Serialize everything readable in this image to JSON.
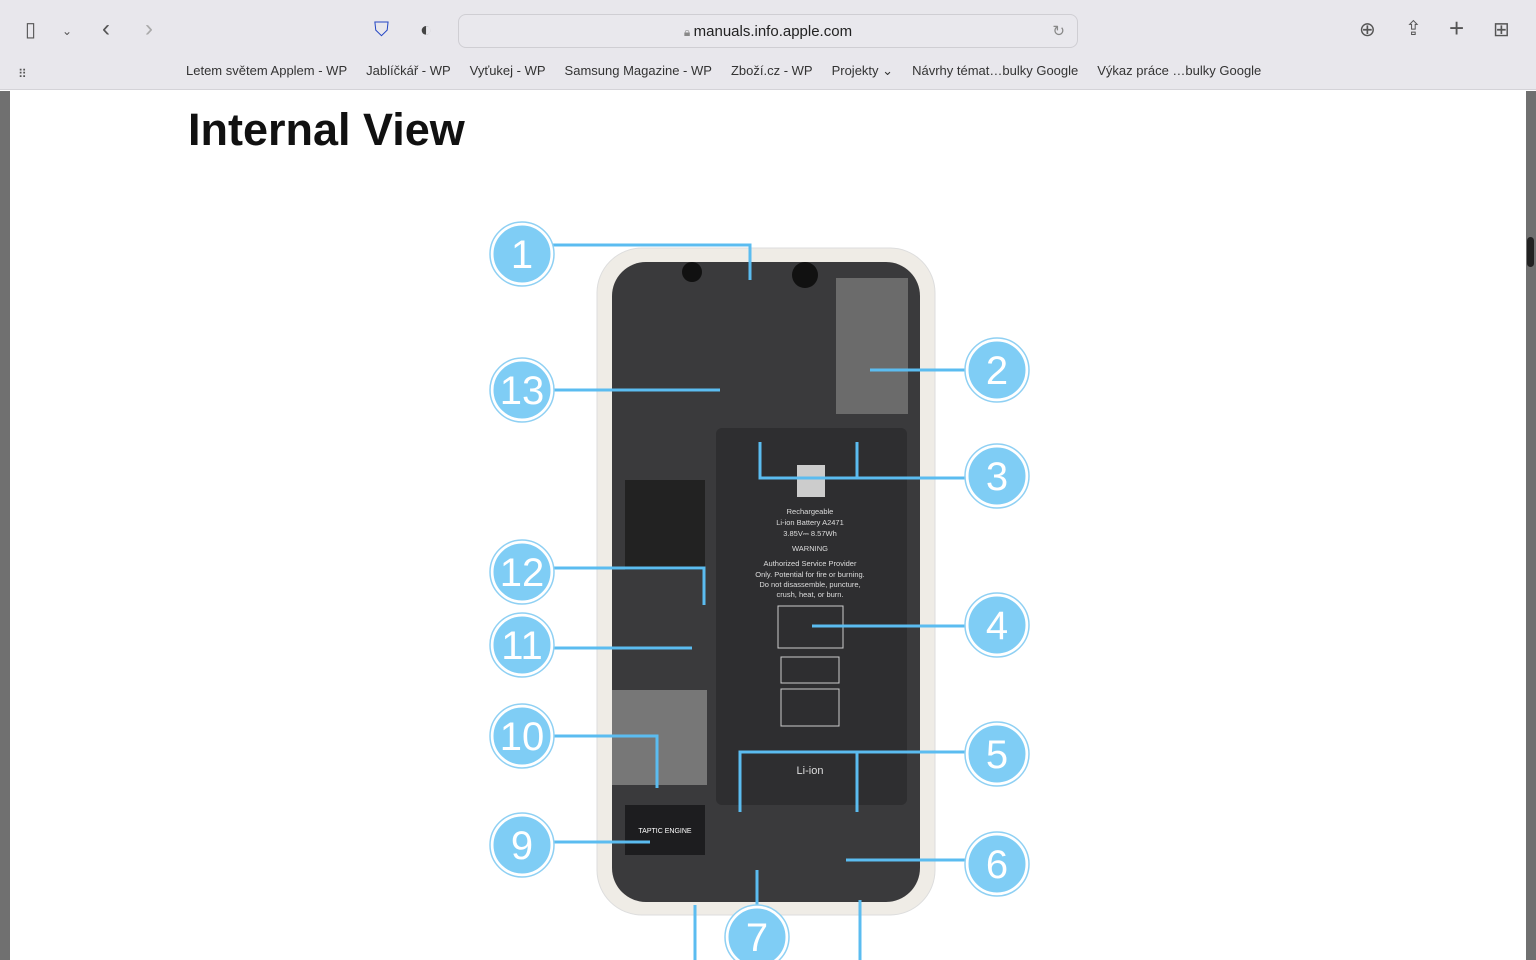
{
  "browser": {
    "url": "manuals.info.apple.com",
    "bookmarks": [
      "Letem světem Applem - WP",
      "Jablíčkář - WP",
      "Vyťukej - WP",
      "Samsung Magazine - WP",
      "Zboží.cz - WP",
      "Projekty",
      "Návrhy témat…bulky Google",
      "Výkaz práce …bulky Google"
    ]
  },
  "page": {
    "title": "Internal View",
    "callouts": [
      "1",
      "2",
      "3",
      "4",
      "5",
      "6",
      "7",
      "9",
      "10",
      "11",
      "12",
      "13"
    ],
    "battery_text": [
      "Rechargeable",
      "Li-ion Battery A2471",
      "3.85V⎓ 8.57Wh",
      "WARNING",
      "Authorized Service Provider",
      "Only. Potential for fire or burning.",
      "Do not disassemble, puncture,",
      "crush, heat, or burn."
    ],
    "battery_chem": "Li-ion",
    "taptic": "TAPTIC ENGINE"
  },
  "colors": {
    "callout": "#7fcdf5",
    "line": "#5bbcf0"
  }
}
